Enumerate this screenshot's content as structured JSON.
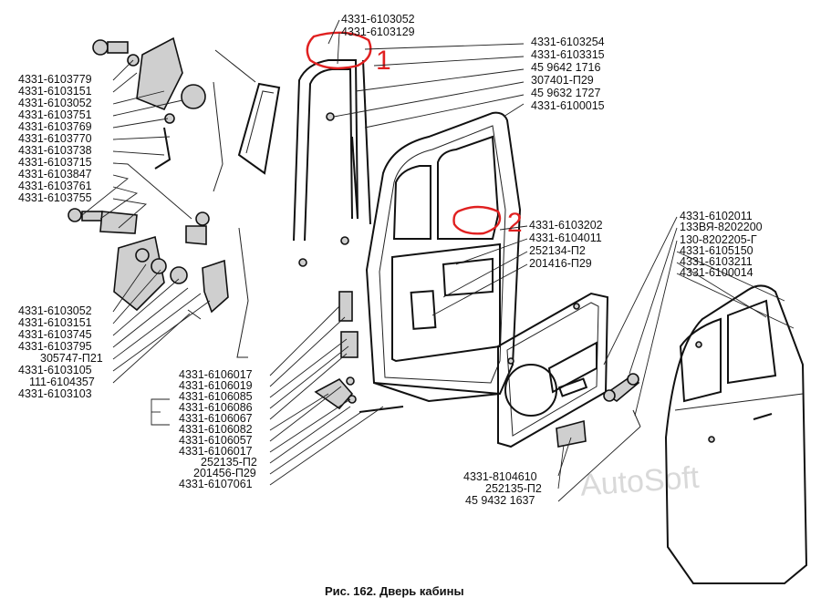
{
  "labels_top": [
    "4331-6103052",
    "4331-6103129"
  ],
  "labels_right_top": [
    "4331-6103254",
    "4331-6103315",
    "45 9642 1716",
    "307401-П29",
    "45 9632 1727",
    "4331-6100015"
  ],
  "labels_left_top": [
    "4331-6103779",
    "4331-6103151",
    "4331-6103052",
    "4331-6103751",
    "4331-6103769",
    "4331-6103770",
    "4331-6103738",
    "4331-6103715",
    "4331-6103847",
    "4331-6103761",
    "4331-6103755"
  ],
  "labels_left_bottom": [
    "4331-6103052",
    "4331-6103151",
    "4331-6103745",
    "4331-6103795",
    "305747-П21",
    "4331-6103105",
    "111-6104357",
    "4331-6103103"
  ],
  "labels_mid_bottom": [
    "4331-6106017",
    "4331-6106019",
    "4331-6106085",
    "4331-6106086",
    "4331-6106067",
    "4331-6106082",
    "4331-6106057",
    "4331-6106017",
    "252135-П2",
    "201456-П29",
    "4331-6107061"
  ],
  "labels_mid_right": [
    "4331-6103202",
    "4331-6104011",
    "252134-П2",
    "201416-П29"
  ],
  "labels_far_right": [
    "4331-6102011",
    "133ВЯ-8202200",
    "130-8202205-Г",
    "4331-6105150",
    "4331-6103211",
    "4331-6100014"
  ],
  "labels_bottom_center": [
    "4331-8104610",
    "252135-П2",
    "45 9432 1637"
  ],
  "annotations": [
    "1",
    "2"
  ],
  "watermark": "AutoSoft",
  "caption": "Рис. 162. Дверь кабины"
}
